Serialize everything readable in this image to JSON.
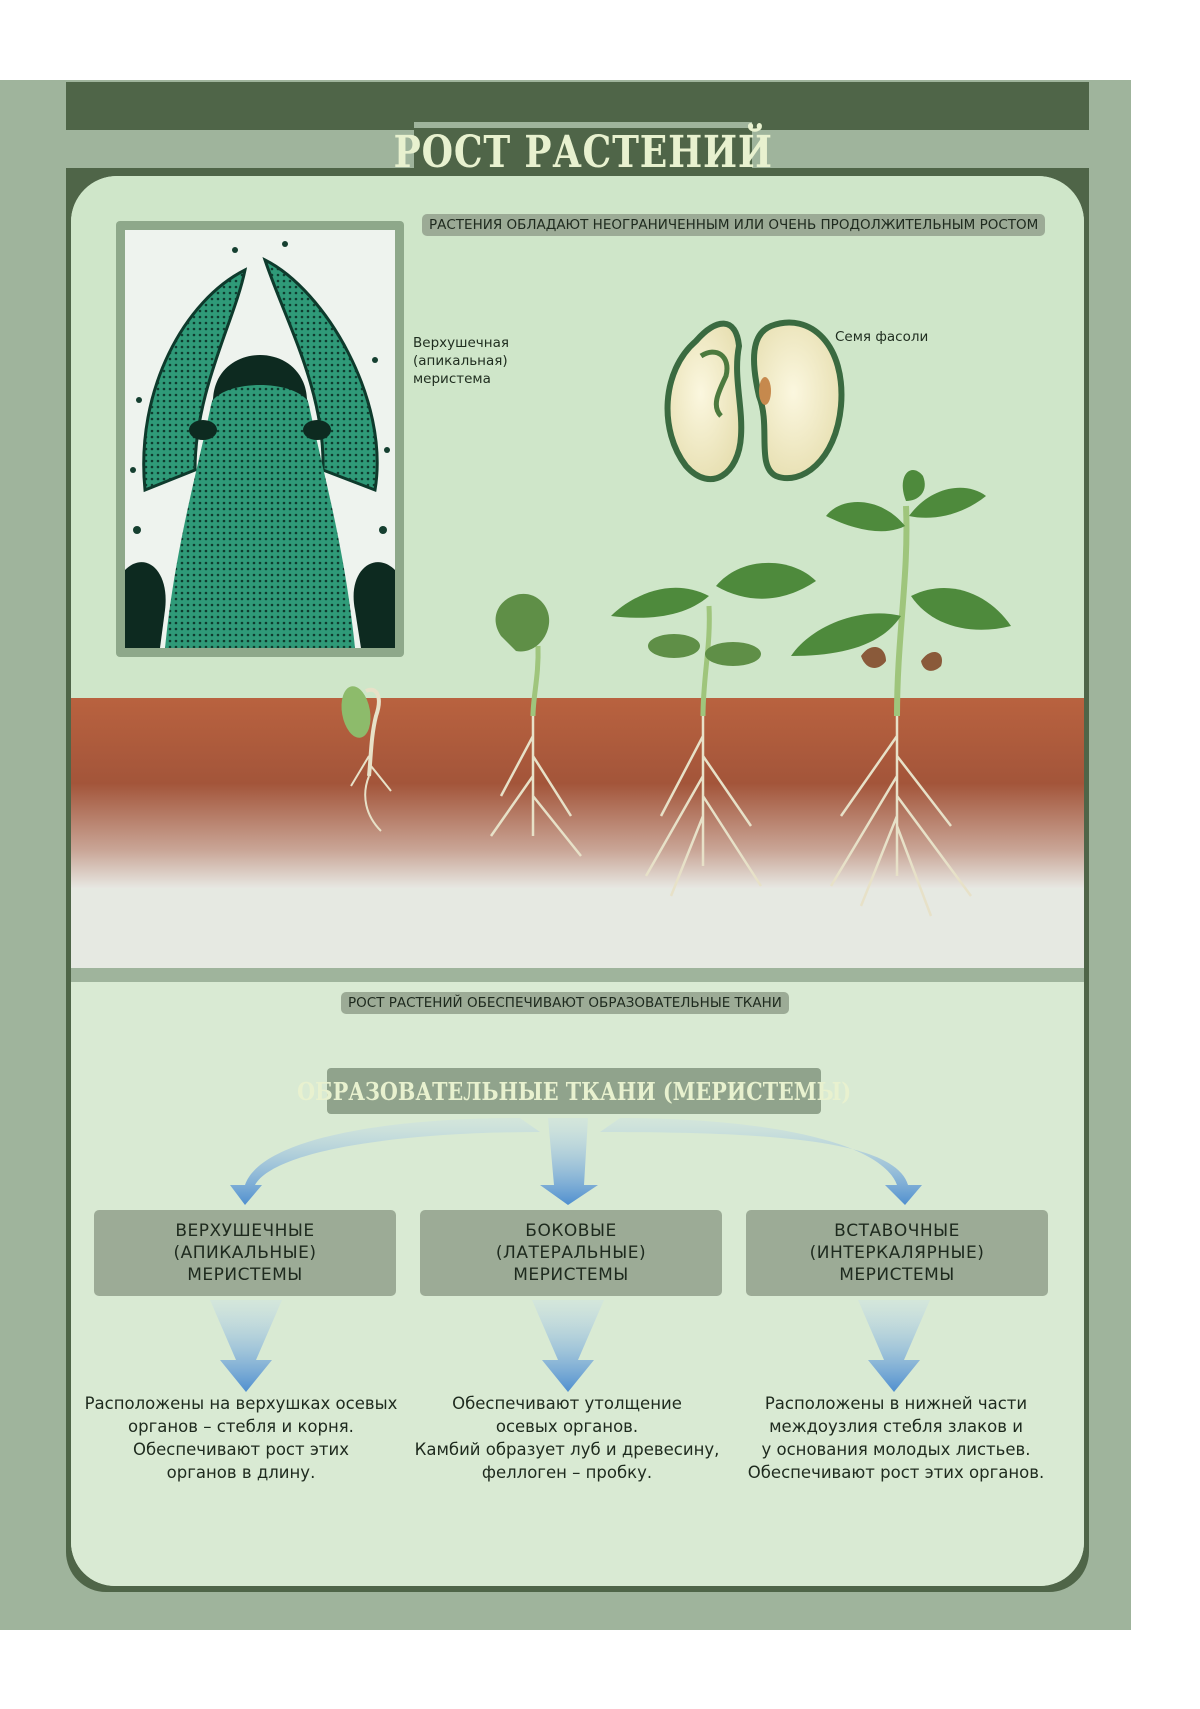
{
  "title": "РОСТ РАСТЕНИЙ",
  "top_caption": "РАСТЕНИЯ ОБЛАДАЮТ НЕОГРАНИЧЕННЫМ ИЛИ ОЧЕНЬ ПРОДОЛЖИТЕЛЬНЫМ РОСТОМ",
  "labels": {
    "apical_meristem": "Верхушечная\n(апикальная)\nмеристема",
    "bean_seed": "Семя фасоли"
  },
  "middle_caption": "РОСТ РАСТЕНИЙ ОБЕСПЕЧИВАЮТ ОБРАЗОВАТЕЛЬНЫЕ ТКАНИ",
  "meristems_heading": "ОБРАЗОВАТЕЛЬНЫЕ ТКАНИ (МЕРИСТЕМЫ)",
  "types": [
    {
      "name": "ВЕРХУШЕЧНЫЕ\n(АПИКАЛЬНЫЕ)\nМЕРИСТЕМЫ",
      "description": "Расположены на верхушках осевых\nорганов – стебля и корня.\nОбеспечивают рост этих\nорганов в длину."
    },
    {
      "name": "БОКОВЫЕ\n(ЛАТЕРАЛЬНЫЕ)\nМЕРИСТЕМЫ",
      "description": "Обеспечивают утолщение\nосевых органов.\nКамбий образует луб и древесину,\nфеллоген – пробку."
    },
    {
      "name": "ВСТАВОЧНЫЕ\n(ИНТЕРКАЛЯРНЫЕ)\nМЕРИСТЕМЫ",
      "description": "Расположены в нижней части\nмеждоузлия стебля злаков и\nу основания молодых листьев.\nОбеспечивают рост этих органов."
    }
  ],
  "colors": {
    "frame_dark": "#4f6548",
    "frame_light": "#9fb49c",
    "panel": "#d9ead3",
    "caption_bg": "#9cab96",
    "arrow": "#5b9bd5",
    "soil": "#a65a3a"
  }
}
